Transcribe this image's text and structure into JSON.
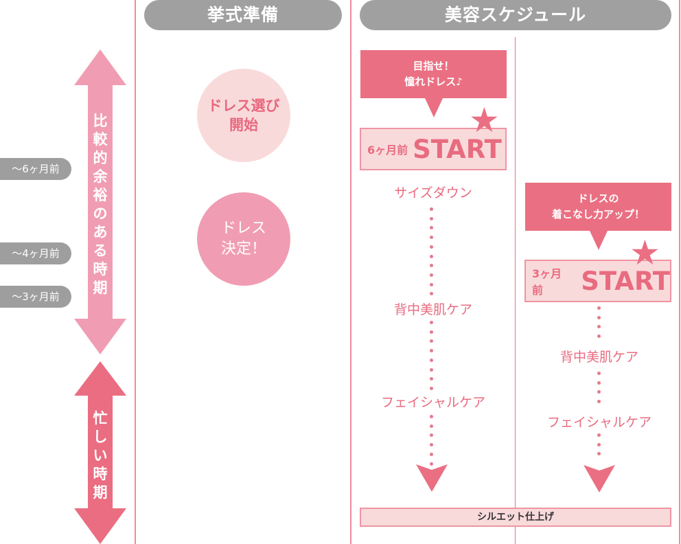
{
  "headers": {
    "ceremony_prep": "挙式準備",
    "beauty_schedule": "美容スケジュール"
  },
  "timeline": {
    "period_relaxed": "比較的余裕のある時期",
    "period_busy": "忙しい時期",
    "markers": [
      {
        "label": "〜6ヶ月前"
      },
      {
        "label": "〜4ヶ月前"
      },
      {
        "label": "〜3ヶ月前"
      }
    ]
  },
  "ceremony_prep": {
    "milestones": [
      {
        "line1": "ドレス選び",
        "line2": "開始"
      },
      {
        "line1": "ドレス",
        "line2": "決定！"
      }
    ]
  },
  "beauty_plans": [
    {
      "bubble_line1": "目指せ！",
      "bubble_line2": "憧れドレス♪",
      "start_prefix": "6ヶ月前",
      "start_label": "START",
      "steps": [
        "サイズダウン",
        "背中美肌ケア",
        "フェイシャルケア"
      ]
    },
    {
      "bubble_line1": "ドレスの",
      "bubble_line2": "着こなし力アップ！",
      "start_prefix": "3ヶ月前",
      "start_label": "START",
      "steps": [
        "背中美肌ケア",
        "フェイシャルケア"
      ]
    }
  ],
  "finish": {
    "label": "シルエット仕上げ"
  },
  "icons": {
    "star": "★"
  },
  "colors": {
    "header_gray": "#a0a0a0",
    "relaxed_pink": "#f09db3",
    "busy_pink": "#ea6d81",
    "accent_pink": "#ea6f82",
    "light_pink": "#f9dadb",
    "column_line": "#ee8a9b"
  }
}
